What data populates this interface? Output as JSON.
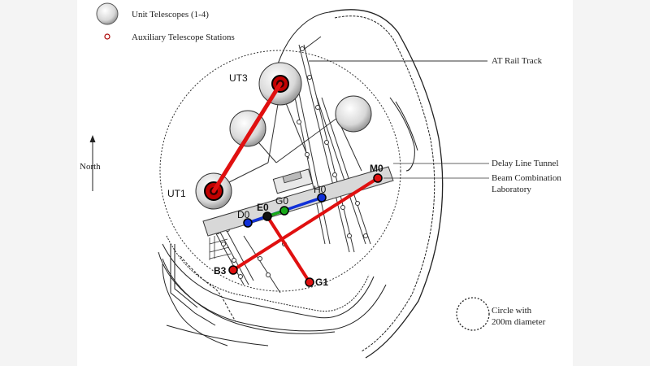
{
  "legend": {
    "unit_telescopes": "Unit Telescopes (1-4)",
    "auxiliary_stations": "Auxiliary Telescope Stations"
  },
  "labels": {
    "at_rail_track": "AT Rail Track",
    "delay_line_tunnel": "Delay Line Tunnel",
    "beam_combination_1": "Beam Combination",
    "beam_combination_2": "Laboratory",
    "north": "North",
    "circle_1": "Circle with",
    "circle_2": "200m diameter"
  },
  "telescopes": {
    "ut1": "UT1",
    "ut3": "UT3"
  },
  "stations": {
    "d0": "D0",
    "e0": "E0",
    "g0": "G0",
    "h0": "H0",
    "m0": "M0",
    "b3": "B3",
    "g1": "G1"
  },
  "colors": {
    "baseline_red": "#e01010",
    "baseline_blue": "#1030d8",
    "baseline_green": "#18a818",
    "terrain": "#222222"
  }
}
